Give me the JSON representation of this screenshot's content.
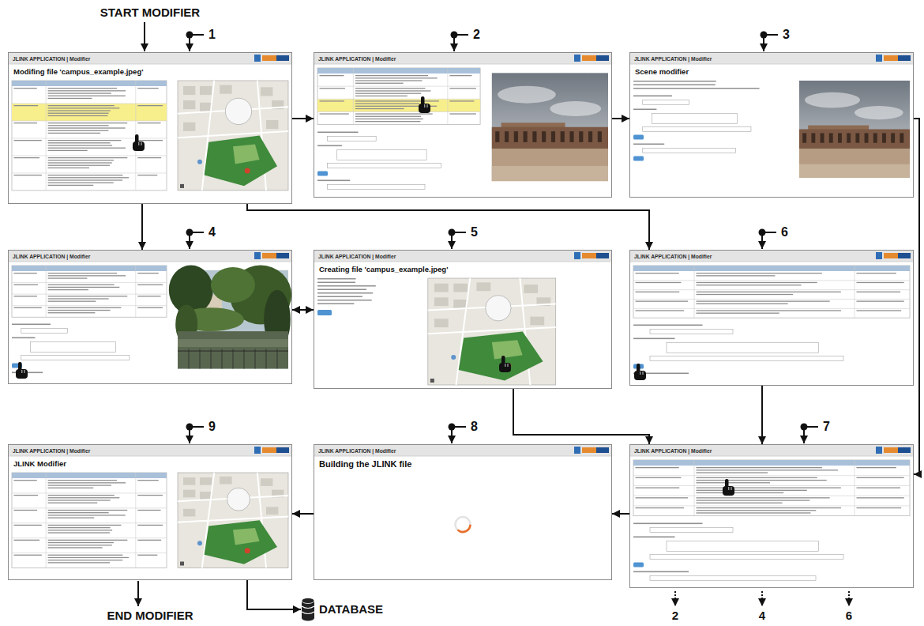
{
  "diagram": {
    "nodes": [
      {
        "text": [
          "JLINK APPLICATION | Modifier",
          "Modifing file 'campus_example.jpeg'"
        ]
      },
      {
        "text": [
          "JLINK APPLICATION | Modifier"
        ]
      },
      {
        "text": [
          "JLINK APPLICATION | Modifier",
          "Scene modifier"
        ]
      },
      {
        "text": [
          "JLINK APPLICATION | Modifier"
        ]
      },
      {
        "text": [
          "JLINK APPLICATION | Modifier",
          "Creating file 'campus_example.jpeg'"
        ]
      },
      {
        "text": [
          "JLINK APPLICATION | Modifier"
        ]
      },
      {
        "text": [
          "JLINK APPLICATION | Modifier",
          "JLINK Modifier"
        ]
      },
      {
        "text": [
          "JLINK APPLICATION | Modifier",
          "Building the JLINK file"
        ]
      },
      {
        "text": [
          "JLINK APPLICATION | Modifier"
        ]
      },
      {
        "text": [
          "DATABASE"
        ]
      }
    ],
    "edges": [
      {
        "from": 0,
        "to": 1,
        "arrow": "to"
      },
      {
        "from": 1,
        "to": 2,
        "arrow": "to"
      },
      {
        "from": 0,
        "to": 3,
        "arrow": "to"
      },
      {
        "from": 0,
        "to": 5,
        "arrow": "to"
      },
      {
        "from": 3,
        "to": 4,
        "arrow": "both"
      },
      {
        "from": 4,
        "to": 8,
        "arrow": "to"
      },
      {
        "from": 5,
        "to": 8,
        "arrow": "to"
      },
      {
        "from": 2,
        "to": 8,
        "arrow": "to"
      },
      {
        "from": 8,
        "to": 7,
        "arrow": "to"
      },
      {
        "from": 7,
        "to": 6,
        "arrow": "to"
      },
      {
        "from": 6,
        "to": 9,
        "arrow": "to"
      }
    ],
    "labels": [
      "START MODIFIER",
      "1",
      "2",
      "3",
      "4",
      "5",
      "6",
      "9",
      "8",
      "7",
      "END MODIFIER",
      "2",
      "4",
      "6"
    ]
  }
}
